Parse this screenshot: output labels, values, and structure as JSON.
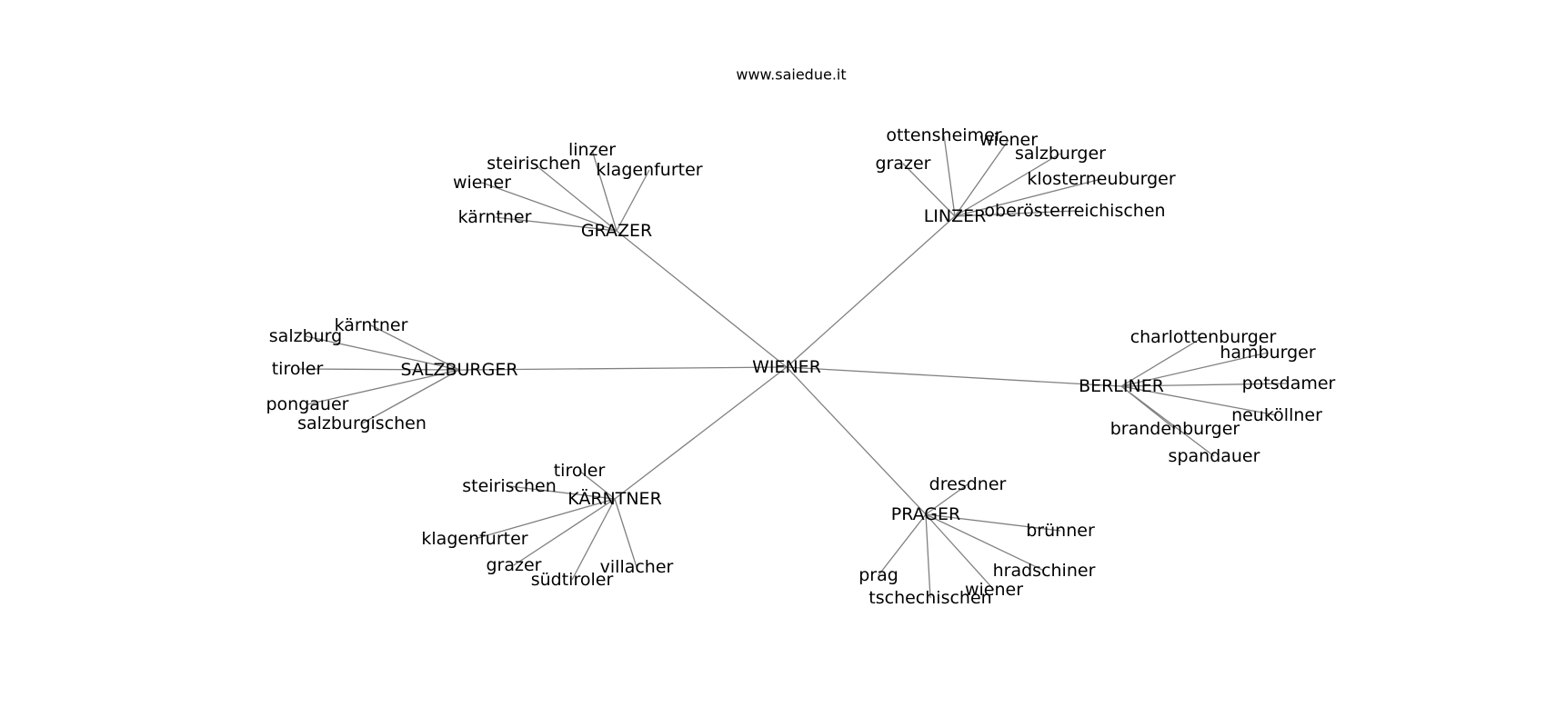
{
  "title": "www.saiedue.it",
  "graph": {
    "root": "WIENER",
    "edge_color": "#808080",
    "hubs": [
      {
        "id": "graz",
        "label": "GRAZER",
        "leaves": [
          "linzer",
          "steirischen",
          "klagenfurter",
          "wiener",
          "kärntner"
        ]
      },
      {
        "id": "linz",
        "label": "LINZER",
        "leaves": [
          "ottensheimer",
          "wiener",
          "grazer",
          "salzburger",
          "klosterneuburger",
          "oberösterreichischen"
        ]
      },
      {
        "id": "salz",
        "label": "SALZBURGER",
        "leaves": [
          "kärntner",
          "salzburg",
          "tiroler",
          "pongauer",
          "salzburgischen"
        ]
      },
      {
        "id": "berl",
        "label": "BERLINER",
        "leaves": [
          "charlottenburger",
          "hamburger",
          "potsdamer",
          "neuköllner",
          "brandenburger",
          "spandauer"
        ]
      },
      {
        "id": "karn",
        "label": "KÄRNTNER",
        "leaves": [
          "tiroler",
          "steirischen",
          "klagenfurter",
          "grazer",
          "villacher",
          "südtiroler"
        ]
      },
      {
        "id": "prag",
        "label": "PRAGER",
        "leaves": [
          "dresdner",
          "brünner",
          "hradschiner",
          "prag",
          "wiener",
          "tschechischen"
        ]
      }
    ]
  }
}
